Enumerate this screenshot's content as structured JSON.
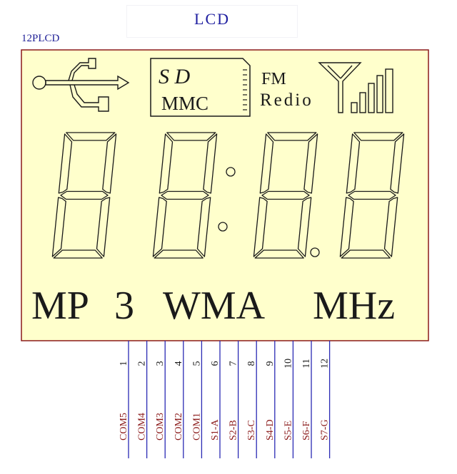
{
  "header": {
    "title": "LCD",
    "part_label": "12PLCD"
  },
  "lcd": {
    "sd_label": "S D",
    "mmc_label": "MMC",
    "fm_label": "FM",
    "radio_label": "Redio",
    "bottom_labels": [
      "MP",
      "3",
      "WMA",
      "MHz"
    ],
    "digit_count": 4
  },
  "pins": [
    {
      "number": "1",
      "signal": "COM5",
      "type": "com"
    },
    {
      "number": "2",
      "signal": "COM4",
      "type": "com"
    },
    {
      "number": "3",
      "signal": "COM3",
      "type": "com"
    },
    {
      "number": "4",
      "signal": "COM2",
      "type": "com"
    },
    {
      "number": "5",
      "signal": "COM1",
      "type": "com"
    },
    {
      "number": "6",
      "signal": "S1-A",
      "type": "seg"
    },
    {
      "number": "7",
      "signal": "S2-B",
      "type": "seg"
    },
    {
      "number": "8",
      "signal": "S3-C",
      "type": "seg"
    },
    {
      "number": "9",
      "signal": "S4-D",
      "type": "seg"
    },
    {
      "number": "10",
      "signal": "S5-E",
      "type": "seg"
    },
    {
      "number": "11",
      "signal": "S6-F",
      "type": "seg"
    },
    {
      "number": "12",
      "signal": "S7-G",
      "type": "seg"
    }
  ],
  "colors": {
    "panel_fill": "#ffffcc",
    "panel_border": "#8b1a1a",
    "segment_stroke": "#1a1a1a",
    "pin_line": "#2a2ab4",
    "com_text": "#8b1a1a",
    "seg_text": "#8b1a1a"
  }
}
